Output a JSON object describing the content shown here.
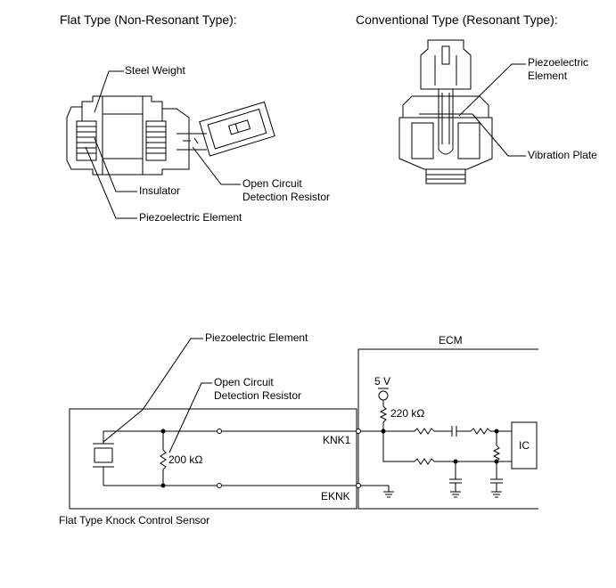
{
  "titles": {
    "flat": "Flat Type (Non-Resonant Type):",
    "conventional": "Conventional Type (Resonant Type):"
  },
  "flat_sensor": {
    "steel_weight": "Steel Weight",
    "insulator": "Insulator",
    "piezo": "Piezoelectric Element",
    "ocdr_line1": "Open Circuit",
    "ocdr_line2": "Detection Resistor"
  },
  "conventional_sensor": {
    "piezo_line1": "Piezoelectric",
    "piezo_line2": "Element",
    "vibration_plate": "Vibration Plate"
  },
  "circuit": {
    "piezo": "Piezoelectric Element",
    "ocdr_line1": "Open Circuit",
    "ocdr_line2": "Detection Resistor",
    "ecm": "ECM",
    "supply": "5 V",
    "r_pullup": "220 kΩ",
    "r_sensor": "200 kΩ",
    "knk1": "KNK1",
    "eknk": "EKNK",
    "ic": "IC",
    "sensor_caption": "Flat Type Knock Control Sensor"
  }
}
